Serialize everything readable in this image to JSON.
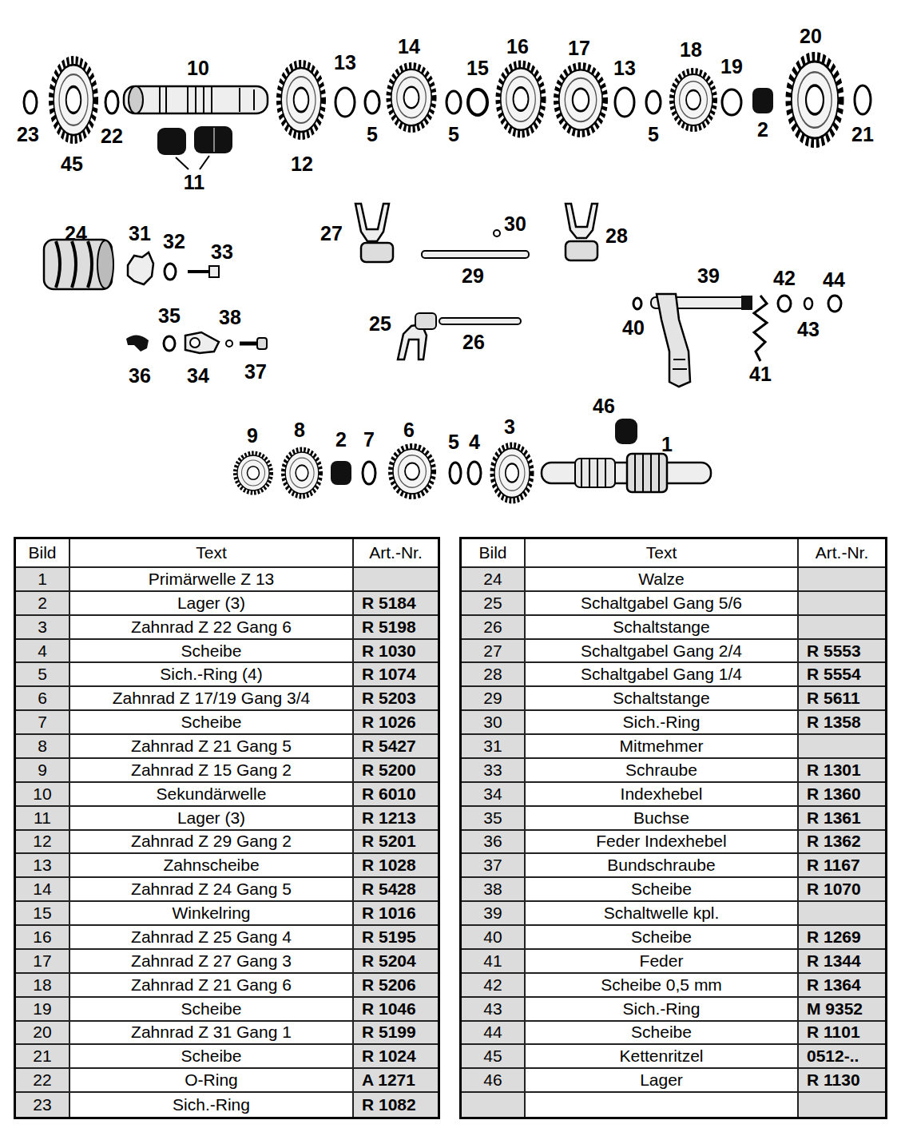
{
  "diagram": {
    "labels": [
      "23",
      "45",
      "22",
      "10",
      "11",
      "12",
      "13",
      "5",
      "14",
      "5",
      "15",
      "16",
      "17",
      "13",
      "5",
      "18",
      "19",
      "2",
      "20",
      "21",
      "24",
      "31",
      "32",
      "33",
      "35",
      "38",
      "36",
      "34",
      "37",
      "27",
      "30",
      "28",
      "29",
      "25",
      "26",
      "39",
      "42",
      "44",
      "40",
      "43",
      "41",
      "46",
      "9",
      "8",
      "2",
      "7",
      "6",
      "5",
      "4",
      "3",
      "1",
      "Bild",
      "Text",
      "Art.-Nr.",
      "1",
      "Primärwelle Z 13",
      "2",
      "Lager (3)",
      "R 5184",
      "3",
      "Zahnrad Z 22 Gang 6",
      "R 5198",
      "4",
      "Scheibe",
      "R 1030",
      "5",
      "Sich.-Ring (4)",
      "R 1074",
      "6",
      "Zahnrad Z 17/19 Gang 3/4",
      "R 5203",
      "7",
      "Scheibe",
      "R 1026",
      "8",
      "Zahnrad Z 21 Gang 5",
      "R 5427",
      "9",
      "Zahnrad Z 15 Gang 2",
      "R 5200",
      "10",
      "Sekundärwelle",
      "R 6010",
      "11",
      "Lager (3)",
      "R 1213",
      "12",
      "Zahnrad Z 29 Gang 2",
      "R 5201",
      "13",
      "Zahnscheibe",
      "R 1028",
      "14",
      "Zahnrad Z 24 Gang 5",
      "R 5428",
      "15",
      "Winkelring",
      "R 1016",
      "16",
      "Zahnrad Z 25 Gang 4",
      "R 5195",
      "17",
      "Zahnrad Z 27 Gang 3",
      "R 5204",
      "18",
      "Zahnrad Z 21 Gang 6",
      "R 5206",
      "19",
      "Scheibe",
      "R 1046",
      "20",
      "Zahnrad Z 31 Gang 1",
      "R 5199",
      "21",
      "Scheibe",
      "R 1024",
      "22",
      "O-Ring",
      "A 1271",
      "23",
      "Sich.-Ring",
      "R 1082",
      "Bild",
      "Text",
      "Art.-Nr.",
      "24",
      "Walze",
      "25",
      "Schaltgabel Gang 5/6",
      "26",
      "Schaltstange",
      "27",
      "Schaltgabel Gang 2/4",
      "R 5553",
      "28",
      "Schaltgabel Gang 1/4",
      "R 5554",
      "29",
      "Schaltstange",
      "R 5611",
      "30",
      "Sich.-Ring",
      "R 1358",
      "31",
      "Mitmehmer",
      "33",
      "Schraube",
      "R 1301",
      "34",
      "Indexhebel",
      "R 1360",
      "35",
      "Buchse",
      "R 1361",
      "36",
      "Feder Indexhebel",
      "R 1362",
      "37",
      "Bundschraube",
      "R 1167",
      "38",
      "Scheibe",
      "R 1070",
      "39",
      "Schaltwelle kpl.",
      "40",
      "Scheibe",
      "R 1269",
      "41",
      "Feder",
      "R 1344",
      "42",
      "Scheibe 0,5 mm",
      "R 1364",
      "43",
      "Sich.-Ring",
      "M 9352",
      "44",
      "Scheibe",
      "R 1101",
      "45",
      "Kettenritzel",
      "0512-..",
      "46",
      "Lager",
      "R 1130"
    ]
  }
}
